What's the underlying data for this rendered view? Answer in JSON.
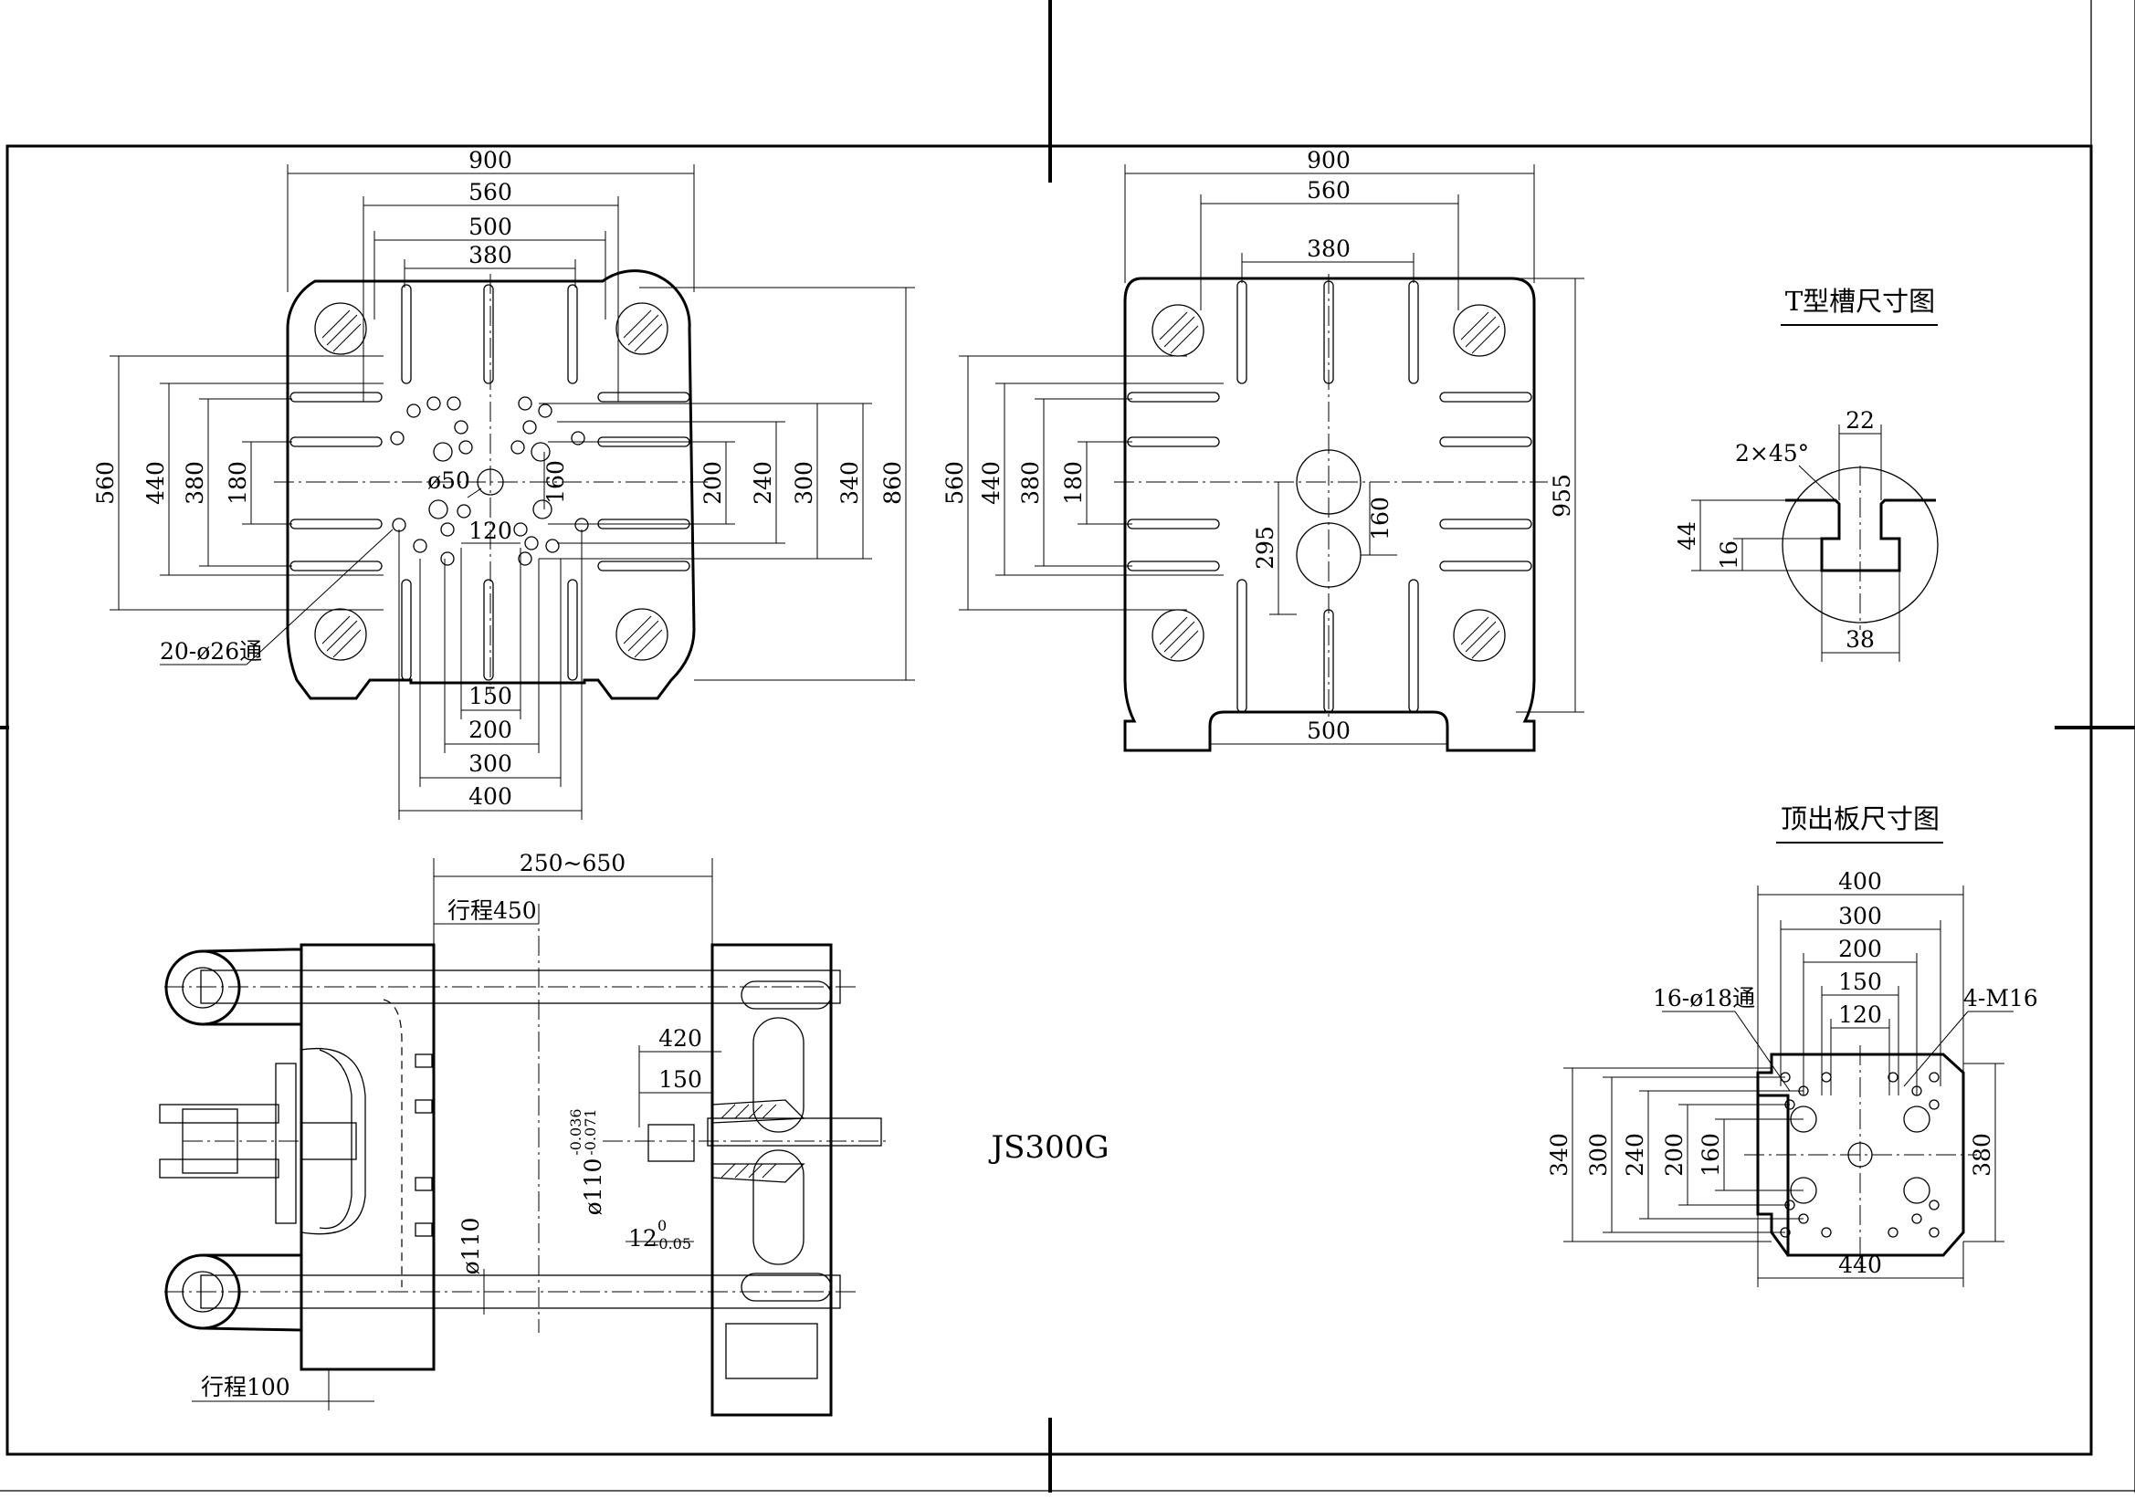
{
  "model": "JS300G",
  "fixed_platen": {
    "dims_top": [
      "900",
      "560",
      "500",
      "380"
    ],
    "dims_left": [
      "560",
      "440",
      "380",
      "180"
    ],
    "dims_right": [
      "200",
      "240",
      "300",
      "340",
      "860"
    ],
    "dims_bottom": [
      "150",
      "200",
      "300",
      "400"
    ],
    "hole_center": "ø50",
    "hole_pitch": "120",
    "hole_vert": "160",
    "hole_note": "20-ø26通"
  },
  "moving_platen": {
    "dims_top": [
      "900",
      "560",
      "380"
    ],
    "dims_left": [
      "560",
      "440",
      "380",
      "180"
    ],
    "dims_inner": [
      "295",
      "160"
    ],
    "dim_right": "955",
    "dim_bottom": "500"
  },
  "t_slot": {
    "title": "T型槽尺寸图",
    "chamfer": "2×45°",
    "top": "22",
    "height": "44",
    "depth": "16",
    "width": "38"
  },
  "ejector": {
    "title": "顶出板尺寸图",
    "dims_top": [
      "400",
      "300",
      "200",
      "150",
      "120"
    ],
    "holes_note": "16-ø18通",
    "thread_note": "4-M16",
    "dims_left": [
      "340",
      "300",
      "240",
      "200",
      "160"
    ],
    "dim_right": "380",
    "dim_bottom": "440"
  },
  "side_view": {
    "opening": "250~650",
    "stroke": "行程450",
    "dim_420": "420",
    "dim_150": "150",
    "shaft": "ø110",
    "shaft_tol_upper": "-0.036",
    "shaft_tol_lower": "-0.071",
    "key": "12",
    "key_tol_upper": "0",
    "key_tol_lower": "-0.05",
    "tie_bar": "ø110",
    "ejector_stroke": "行程100"
  }
}
